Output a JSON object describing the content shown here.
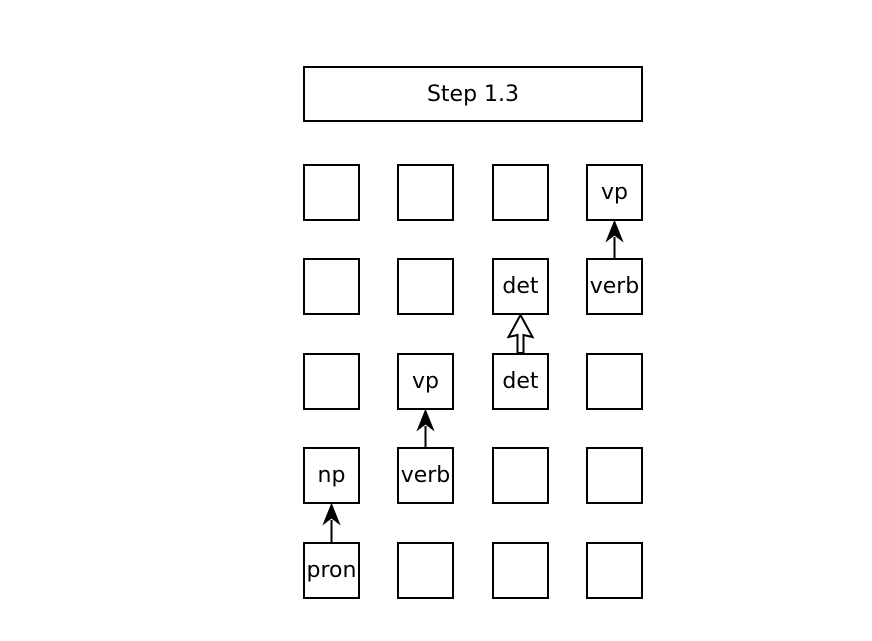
{
  "title": "Step 1.3",
  "grid": {
    "rows": [
      [
        "",
        "",
        "",
        "vp"
      ],
      [
        "",
        "",
        "det",
        "verb"
      ],
      [
        "",
        "vp",
        "det",
        ""
      ],
      [
        "np",
        "verb",
        "",
        ""
      ],
      [
        "pron",
        "",
        "",
        ""
      ]
    ]
  },
  "arrows": [
    {
      "from": [
        4,
        0
      ],
      "to": [
        3,
        0
      ],
      "style": "filled"
    },
    {
      "from": [
        3,
        1
      ],
      "to": [
        2,
        1
      ],
      "style": "filled"
    },
    {
      "from": [
        2,
        2
      ],
      "to": [
        1,
        2
      ],
      "style": "hollow"
    },
    {
      "from": [
        1,
        3
      ],
      "to": [
        0,
        3
      ],
      "style": "filled"
    }
  ]
}
